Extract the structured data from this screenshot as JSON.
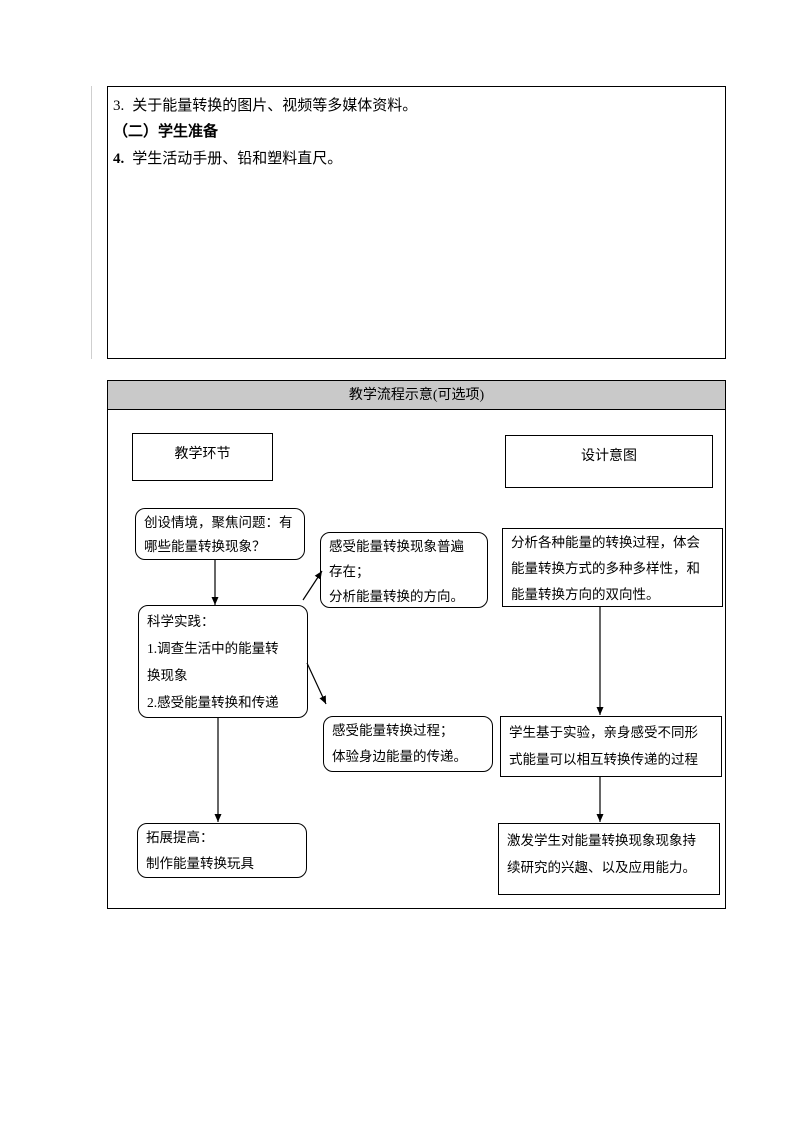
{
  "document": {
    "prep": {
      "item3_num": "3.",
      "item3_text": "关于能量转换的图片、视频等多媒体资料。",
      "section_heading": "（二）学生准备",
      "item4_num": "4.",
      "item4_text": "学生活动手册、铅和塑料直尺。"
    },
    "flowchart": {
      "title": "教学流程示意(可选项)",
      "title_bar_bg": "#c9c9c9",
      "left_header": "教学环节",
      "right_header": "设计意图",
      "nodes": {
        "situation": [
          "创设情境，聚焦问题：有",
          "哪些能量转换现象？"
        ],
        "feel_common": [
          "感受能量转换现象普遍",
          "存在；",
          "分析能量转换的方向。"
        ],
        "intent1": [
          "分析各种能量的转换过程，体会",
          "能量转换方式的多种多样性，和",
          "能量转换方向的双向性。"
        ],
        "practice": [
          "科学实践：",
          "1.调查生活中的能量转",
          "换现象",
          "2.感受能量转换和传递"
        ],
        "feel_process": [
          "感受能量转换过程；",
          "体验身边能量的传递。"
        ],
        "intent2": [
          "学生基于实验，亲身感受不同形",
          "式能量可以相互转换传递的过程"
        ],
        "extend": [
          "拓展提高：",
          "制作能量转换玩具"
        ],
        "intent3": [
          "激发学生对能量转换现象现象持",
          "续研究的兴趣、以及应用能力。"
        ]
      }
    }
  }
}
